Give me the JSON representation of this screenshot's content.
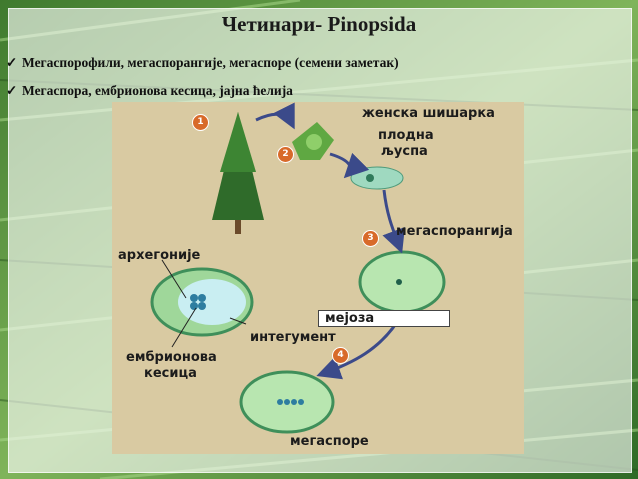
{
  "slide": {
    "title": "Четинари- Pinopsida",
    "bullets": [
      "Мегаспорофили, мегаспорангије, мегаспоре (семени заметак)",
      "Мегаспора, ембрионова кесица, јајна ћелија"
    ],
    "bullet_mark": "✓"
  },
  "diagram": {
    "steps": [
      "1",
      "2",
      "3",
      "4"
    ],
    "labels": {
      "female_cone": "женска шишарка",
      "fertile_scale_1": "плодна",
      "fertile_scale_2": "љуспа",
      "megasporangium": "мегаспорангија",
      "archegonia": "архегоније",
      "meiosis": "мејоза",
      "integument": "интегумент",
      "embryo_sac_1": "ембрионова",
      "embryo_sac_2": "кесица",
      "megaspores": "мегаспоре"
    },
    "colors": {
      "background": "#d9caa2",
      "step_badge": "#d86a2a",
      "arrow": "#3b4a8a"
    }
  }
}
